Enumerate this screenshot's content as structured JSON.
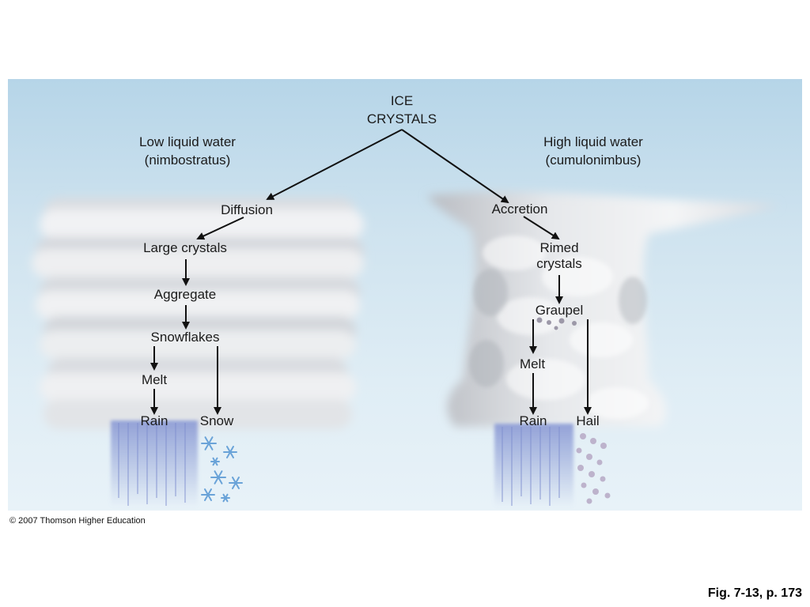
{
  "diagram": {
    "top_label": [
      "ICE",
      "CRYSTALS"
    ],
    "left_branch": {
      "title": [
        "Low liquid water",
        "(nimbostratus)"
      ],
      "nodes": {
        "diffusion": "Diffusion",
        "large_crystals": "Large crystals",
        "aggregate": "Aggregate",
        "snowflakes": "Snowflakes",
        "melt": "Melt",
        "rain": "Rain",
        "snow": "Snow"
      }
    },
    "right_branch": {
      "title": [
        "High liquid water",
        "(cumulonimbus)"
      ],
      "nodes": {
        "accretion": "Accretion",
        "rimed_crystals": [
          "Rimed",
          "crystals"
        ],
        "graupel": "Graupel",
        "melt": "Melt",
        "rain": "Rain",
        "hail": "Hail"
      }
    },
    "colors": {
      "sky": "#c3dcec",
      "cloud": "#f2f4f6",
      "cloud_shadow": "#c9cdd3",
      "rain": "#8f9ed6",
      "snow": "#6aa3d8",
      "hail": "#b8b0c8",
      "arrow": "#111111"
    }
  },
  "footer": {
    "copyright": "© 2007 Thomson Higher Education",
    "caption": "Fig. 7-13, p. 173"
  }
}
